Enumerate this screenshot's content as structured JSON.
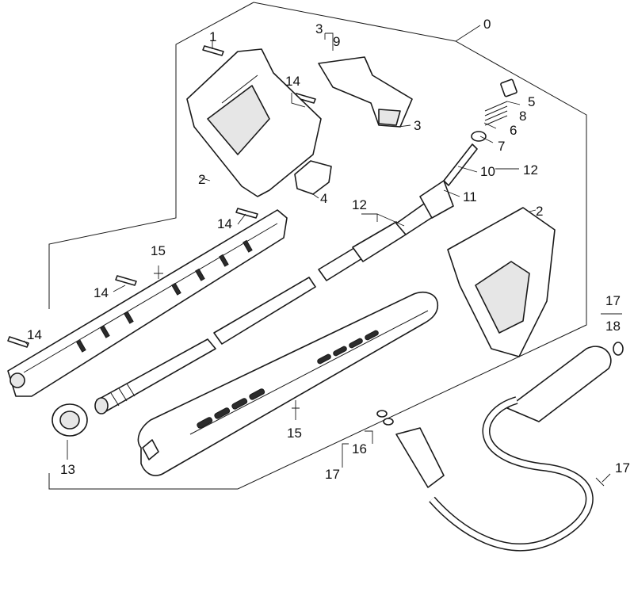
{
  "diagram": {
    "type": "exploded-parts-view",
    "callouts": [
      {
        "id": "c0",
        "text": "0"
      },
      {
        "id": "c1",
        "text": "1"
      },
      {
        "id": "c2a",
        "text": "2"
      },
      {
        "id": "c2b",
        "text": "2"
      },
      {
        "id": "c3a",
        "text": "3"
      },
      {
        "id": "c3b",
        "text": "3"
      },
      {
        "id": "c4",
        "text": "4"
      },
      {
        "id": "c5",
        "text": "5"
      },
      {
        "id": "c6",
        "text": "6"
      },
      {
        "id": "c7",
        "text": "7"
      },
      {
        "id": "c8",
        "text": "8"
      },
      {
        "id": "c9",
        "text": "9"
      },
      {
        "id": "c10",
        "text": "10"
      },
      {
        "id": "c11",
        "text": "11"
      },
      {
        "id": "c12a",
        "text": "12"
      },
      {
        "id": "c12b",
        "text": "12"
      },
      {
        "id": "c13",
        "text": "13"
      },
      {
        "id": "c14a",
        "text": "14"
      },
      {
        "id": "c14b",
        "text": "14"
      },
      {
        "id": "c14c",
        "text": "14"
      },
      {
        "id": "c14d",
        "text": "14"
      },
      {
        "id": "c15a",
        "text": "15"
      },
      {
        "id": "c15b",
        "text": "15"
      },
      {
        "id": "c16",
        "text": "16"
      },
      {
        "id": "c17a",
        "text": "17"
      },
      {
        "id": "c17b",
        "text": "17"
      },
      {
        "id": "c17c",
        "text": "17"
      },
      {
        "id": "c18",
        "text": "18"
      }
    ]
  }
}
